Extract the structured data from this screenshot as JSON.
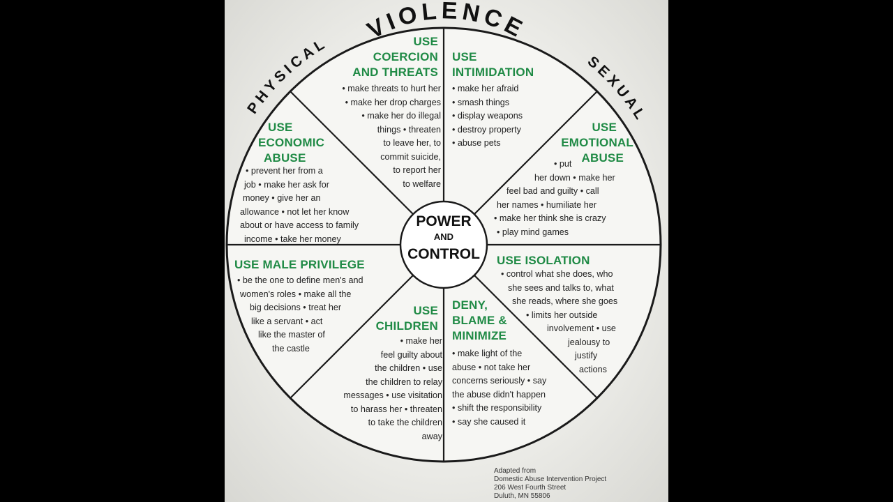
{
  "arc_top": "VIOLENCE",
  "arc_left": "PHYSICAL",
  "arc_right": "SEXUAL",
  "center": {
    "line1": "POWER",
    "line2": "AND",
    "line3": "CONTROL"
  },
  "sections": {
    "coercion": {
      "heading": [
        "USE",
        "COERCION",
        "AND THREATS"
      ],
      "lines": [
        "• make threats to hurt her",
        "• make her drop charges",
        "• make her do illegal",
        "things • threaten",
        "to leave her, to",
        "commit suicide,",
        "to report her",
        "to welfare"
      ]
    },
    "intimidation": {
      "heading": [
        "USE",
        "INTIMIDATION"
      ],
      "lines": [
        "• make her afraid",
        "• smash things",
        "• display weapons",
        "• destroy property",
        "• abuse pets"
      ]
    },
    "economic": {
      "heading": [
        "USE",
        "ECONOMIC",
        "ABUSE"
      ],
      "lines": [
        "• prevent her from a",
        "job • make her ask for",
        "money • give her an",
        "allowance • not let her know",
        "about or have access to family",
        "income • take her money"
      ]
    },
    "emotional": {
      "heading": [
        "USE",
        "EMOTIONAL",
        "ABUSE"
      ],
      "lines": [
        "• put",
        "her down • make her",
        "feel bad and guilty • call",
        "her names • humiliate her",
        "• make her think she is crazy",
        "• play mind games"
      ]
    },
    "male_privilege": {
      "heading": [
        "USE MALE PRIVILEGE"
      ],
      "lines": [
        "• be the one to define men's and",
        "women's roles • make all the",
        "big decisions • treat her",
        "like a servant • act",
        "like the master of",
        "the castle"
      ]
    },
    "isolation": {
      "heading": [
        "USE ISOLATION"
      ],
      "lines": [
        "• control what she does, who",
        "she sees and talks to, what",
        "she reads, where she goes",
        "• limits her outside",
        "involvement • use",
        "jealousy to",
        "justify",
        "actions"
      ]
    },
    "children": {
      "heading": [
        "USE",
        "CHILDREN"
      ],
      "lines": [
        "• make her",
        "feel guilty about",
        "the children • use",
        "the children to relay",
        "messages • use visitation",
        "to harass her • threaten",
        "to take the children",
        "away"
      ]
    },
    "deny": {
      "heading": [
        "DENY,",
        "BLAME &",
        "MINIMIZE"
      ],
      "lines": [
        "• make light of the",
        "abuse • not take her",
        "concerns seriously • say",
        "the abuse didn't happen",
        "• shift the responsibility",
        "• say she caused it"
      ]
    }
  },
  "credit": [
    "Adapted from",
    "Domestic Abuse Intervention Project",
    "206 West Fourth Street",
    "Duluth, MN 55806"
  ]
}
